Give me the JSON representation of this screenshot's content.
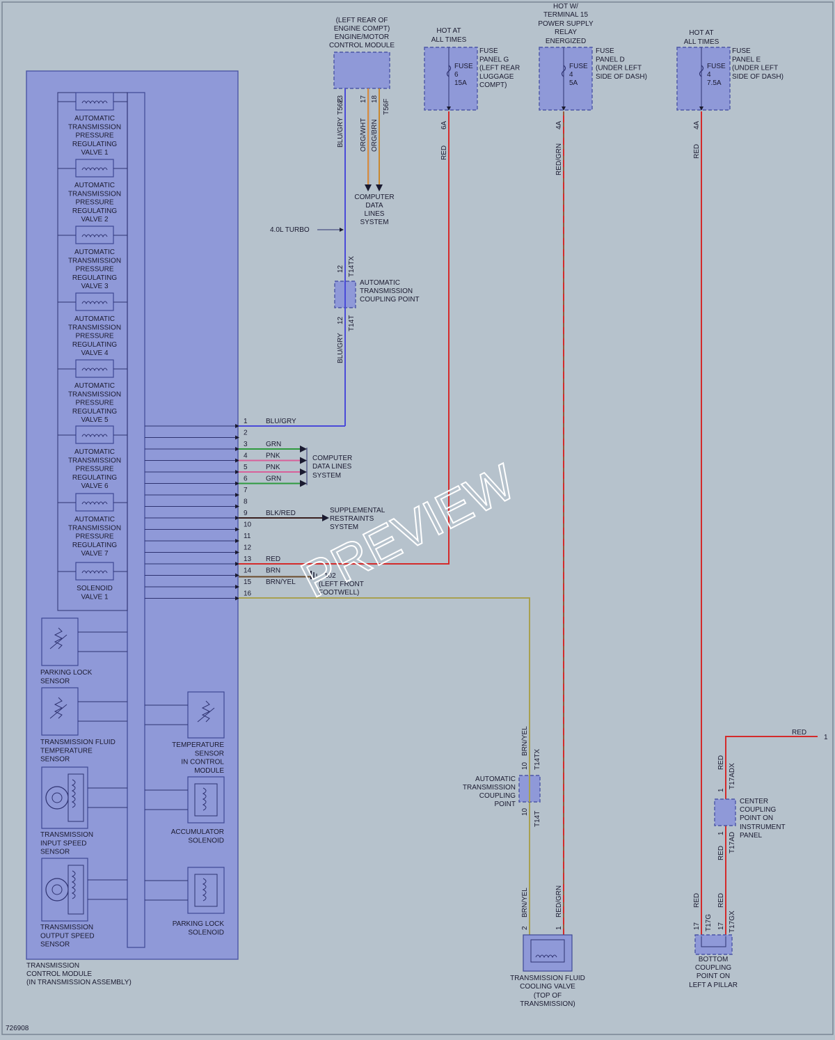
{
  "diagram_id": "726908",
  "watermark": "PREVIEW",
  "tcm": {
    "label": [
      "TRANSMISSION",
      "CONTROL MODULE",
      "(IN TRANSMISSION ASSEMBLY)"
    ],
    "valves": [
      [
        "AUTOMATIC",
        "TRANSMISSION",
        "PRESSURE",
        "REGULATING",
        "VALVE 1"
      ],
      [
        "AUTOMATIC",
        "TRANSMISSION",
        "PRESSURE",
        "REGULATING",
        "VALVE 2"
      ],
      [
        "AUTOMATIC",
        "TRANSMISSION",
        "PRESSURE",
        "REGULATING",
        "VALVE 3"
      ],
      [
        "AUTOMATIC",
        "TRANSMISSION",
        "PRESSURE",
        "REGULATING",
        "VALVE 4"
      ],
      [
        "AUTOMATIC",
        "TRANSMISSION",
        "PRESSURE",
        "REGULATING",
        "VALVE 5"
      ],
      [
        "AUTOMATIC",
        "TRANSMISSION",
        "PRESSURE",
        "REGULATING",
        "VALVE 6"
      ],
      [
        "AUTOMATIC",
        "TRANSMISSION",
        "PRESSURE",
        "REGULATING",
        "VALVE 7"
      ],
      [
        "SOLENOID",
        "VALVE 1"
      ]
    ],
    "sensors_left": [
      [
        "PARKING LOCK",
        "SENSOR"
      ],
      [
        "TRANSMISSION FLUID",
        "TEMPERATURE",
        "SENSOR"
      ],
      [
        "TRANSMISSION",
        "INPUT SPEED",
        "SENSOR"
      ],
      [
        "TRANSMISSION",
        "OUTPUT SPEED",
        "SENSOR"
      ]
    ],
    "sensors_right": [
      [
        "TEMPERATURE",
        "SENSOR",
        "IN CONTROL",
        "MODULE"
      ],
      [
        "ACCUMULATOR",
        "SOLENOID"
      ],
      [
        "PARKING LOCK",
        "SOLENOID"
      ]
    ]
  },
  "pins": [
    {
      "n": "1",
      "wire": "BLU/GRY",
      "color": "#4a4ad8"
    },
    {
      "n": "2",
      "wire": "",
      "color": ""
    },
    {
      "n": "3",
      "wire": "GRN",
      "color": "#2e9a3e"
    },
    {
      "n": "4",
      "wire": "PNK",
      "color": "#d8609a"
    },
    {
      "n": "5",
      "wire": "PNK",
      "color": "#d8609a"
    },
    {
      "n": "6",
      "wire": "GRN",
      "color": "#2e9a3e"
    },
    {
      "n": "7",
      "wire": "",
      "color": ""
    },
    {
      "n": "8",
      "wire": "",
      "color": ""
    },
    {
      "n": "9",
      "wire": "BLK/RED",
      "color": "#3a2020"
    },
    {
      "n": "10",
      "wire": "",
      "color": ""
    },
    {
      "n": "11",
      "wire": "",
      "color": ""
    },
    {
      "n": "12",
      "wire": "",
      "color": ""
    },
    {
      "n": "13",
      "wire": "RED",
      "color": "#d42a2a"
    },
    {
      "n": "14",
      "wire": "BRN",
      "color": "#6a4a2a"
    },
    {
      "n": "15",
      "wire": "BRN/YEL",
      "color": "#a8a050"
    },
    {
      "n": "16",
      "wire": "",
      "color": ""
    }
  ],
  "ecm": {
    "label": [
      "(LEFT REAR OF",
      "ENGINE COMPT)",
      "ENGINE/MOTOR",
      "CONTROL MODULE"
    ],
    "pins": [
      "23",
      "17",
      "18"
    ],
    "connectors": [
      "T56E",
      "T56F"
    ],
    "wires": [
      "BLU/GRY",
      "ORG/WHT",
      "ORG/BRN"
    ],
    "dest": [
      "COMPUTER",
      "DATA",
      "LINES",
      "SYSTEM"
    ]
  },
  "turbo_label": "4.0L TURBO",
  "coupling_top": {
    "label": [
      "AUTOMATIC",
      "TRANSMISSION",
      "COUPLING POINT"
    ],
    "pin": "12",
    "conn_a": "T14TX",
    "conn_b": "T14T",
    "wire": "BLU/GRY"
  },
  "comp_data_lines": [
    "COMPUTER",
    "DATA LINES",
    "SYSTEM"
  ],
  "srs": [
    "SUPPLEMENTAL",
    "RESTRAINTS",
    "SYSTEM"
  ],
  "ground": {
    "id": "102",
    "label": [
      "(LEFT FRONT",
      "FOOTWELL)"
    ]
  },
  "fuse_g": {
    "hot": [
      "HOT AT",
      "ALL TIMES"
    ],
    "fuse": [
      "FUSE",
      "6",
      "15A"
    ],
    "panel": [
      "FUSE",
      "PANEL G",
      "(LEFT REAR",
      "LUGGAGE",
      "COMPT)"
    ],
    "pin": "6A",
    "wire": "RED"
  },
  "fuse_d": {
    "hot": [
      "HOT W/",
      "TERMINAL 15",
      "POWER SUPPLY",
      "RELAY",
      "ENERGIZED"
    ],
    "fuse": [
      "FUSE",
      "4",
      "5A"
    ],
    "panel": [
      "FUSE",
      "PANEL D",
      "(UNDER LEFT",
      "SIDE OF DASH)"
    ],
    "pin": "4A",
    "wire": "RED/GRN"
  },
  "fuse_e": {
    "hot": [
      "HOT AT",
      "ALL TIMES"
    ],
    "fuse": [
      "FUSE",
      "4",
      "7.5A"
    ],
    "panel": [
      "FUSE",
      "PANEL E",
      "(UNDER LEFT",
      "SIDE OF DASH)"
    ],
    "pin": "4A",
    "wire": "RED"
  },
  "coupling_bottom": {
    "label": [
      "AUTOMATIC",
      "TRANSMISSION",
      "COUPLING",
      "POINT"
    ],
    "pin": "10",
    "conn_a": "T14TX",
    "conn_b": "T14T",
    "wire": "BRN/YEL"
  },
  "cooling_valve": {
    "label": [
      "TRANSMISSION FLUID",
      "COOLING VALVE",
      "(TOP OF",
      "TRANSMISSION)"
    ],
    "pins": [
      "2",
      "1"
    ],
    "wires": [
      "BRN/YEL",
      "RED/GRN"
    ]
  },
  "center_coupling": {
    "label": [
      "CENTER",
      "COUPLING",
      "POINT ON",
      "INSTRUMENT",
      "PANEL"
    ],
    "pin": "1",
    "conn_a": "T17ADX",
    "conn_b": "T17AD",
    "wire": "RED"
  },
  "bottom_coupling": {
    "label": [
      "BOTTOM",
      "COUPLING",
      "POINT ON",
      "LEFT A PILLAR"
    ],
    "pins": [
      "17",
      "17"
    ],
    "conns": [
      "T17G",
      "T17GX"
    ],
    "wires": [
      "RED",
      "RED"
    ]
  },
  "offpage": {
    "wire": "RED",
    "ref": "1"
  }
}
